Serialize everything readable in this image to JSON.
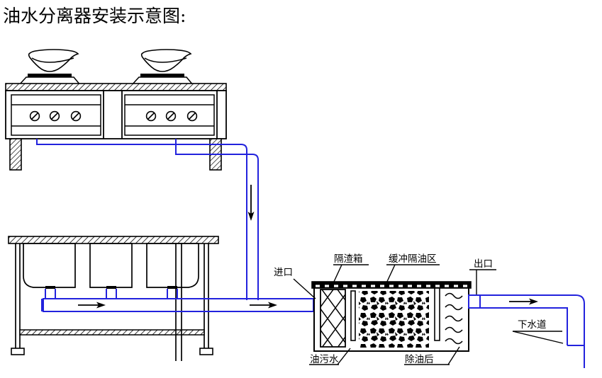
{
  "document": {
    "title": "油水分离器安装示意图:",
    "type": "technical-installation-diagram",
    "background_color": "#ffffff",
    "ink_color": "#000000",
    "pipe_color": "#2222dd"
  },
  "labels": {
    "inlet": "进口",
    "residue_box": "隔渣箱",
    "buffer_oil_zone": "缓冲隔油区",
    "outlet": "出口",
    "oily_wastewater": "油污水",
    "after_oil_removal": "除油后",
    "sewer": "下水道"
  },
  "equipment": {
    "stove": {
      "name": "双头燃气灶",
      "wok_count": 2,
      "knobs_per_section": 3,
      "sections": 2
    },
    "sink": {
      "name": "三格水槽",
      "basin_count": 3
    },
    "separator": {
      "name": "油水分离器",
      "zones": [
        "隔渣箱",
        "缓冲隔油区",
        "出水区"
      ],
      "baffle_count": 2
    },
    "drain": {
      "name": "下水道"
    }
  },
  "flow": {
    "arrow_count": 4,
    "directions": [
      "down",
      "right",
      "right",
      "right"
    ]
  }
}
